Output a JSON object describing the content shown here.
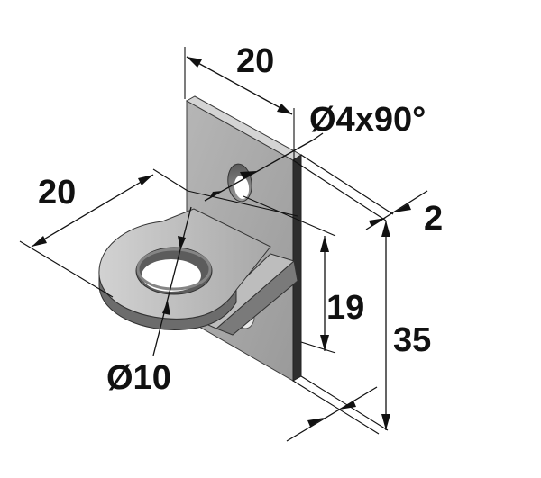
{
  "dimensions": {
    "top_width": "20",
    "hole_small": "Ø4x90°",
    "thickness": "2",
    "base_length": "20",
    "hole_offset": "19",
    "total_height": "35",
    "hole_large": "Ø10"
  },
  "colors": {
    "plate_face": "#a9a9a9",
    "plate_light": "#c6c6c6",
    "plate_dark": "#6f6f6f",
    "edge_dark": "#2b2b2b",
    "line": "#111111"
  }
}
